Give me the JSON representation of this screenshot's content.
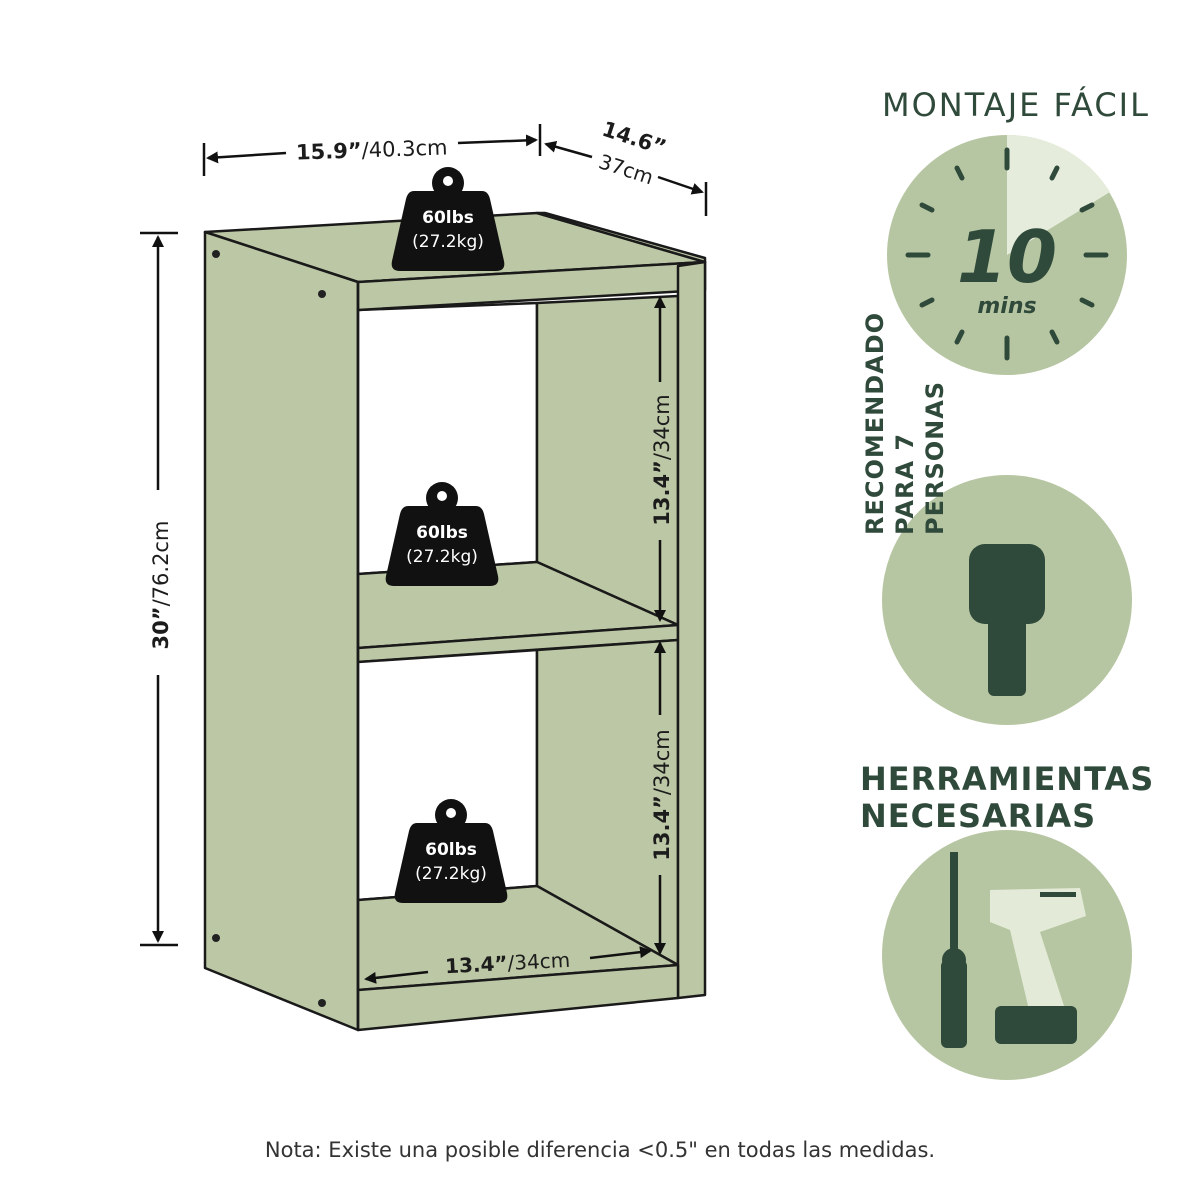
{
  "dimensions": {
    "width_inch": "15.9”",
    "width_cm": "/40.3cm",
    "depth_inch": "14.6”",
    "depth_cm": "37cm",
    "height_inch": "30”",
    "height_cm": "/76.2cm",
    "upper_cube_inch": "13.4”",
    "upper_cube_cm": "/34cm",
    "lower_cube_inch": "13.4”",
    "lower_cube_cm": "/34cm",
    "inner_width_inch": "13.4”",
    "inner_width_cm": "/34cm"
  },
  "weights": [
    {
      "lbs": "60lbs",
      "kg": "(27.2kg)"
    },
    {
      "lbs": "60lbs",
      "kg": "(27.2kg)"
    },
    {
      "lbs": "60lbs",
      "kg": "(27.2kg)"
    }
  ],
  "features": {
    "assembly": {
      "title": "MONTAJE FÁCIL",
      "minutes": "10",
      "unit": "mins"
    },
    "recommended": {
      "line1": "RECOMENDADO",
      "line2": "PARA 7",
      "line3": "PERSONAS"
    },
    "tools": {
      "line1": "HERRAMIENTAS",
      "line2": "NECESARIAS"
    }
  },
  "note": "Nota: Existe una posible diferencia <0.5\" en todas las medidas.",
  "colors": {
    "shelf_fill": "#bcc8a5",
    "shelf_stroke": "#1a1a1a",
    "badge_fill": "#b7c6a2",
    "accent_dark": "#2f4a3b",
    "weight_fill": "#111111"
  }
}
